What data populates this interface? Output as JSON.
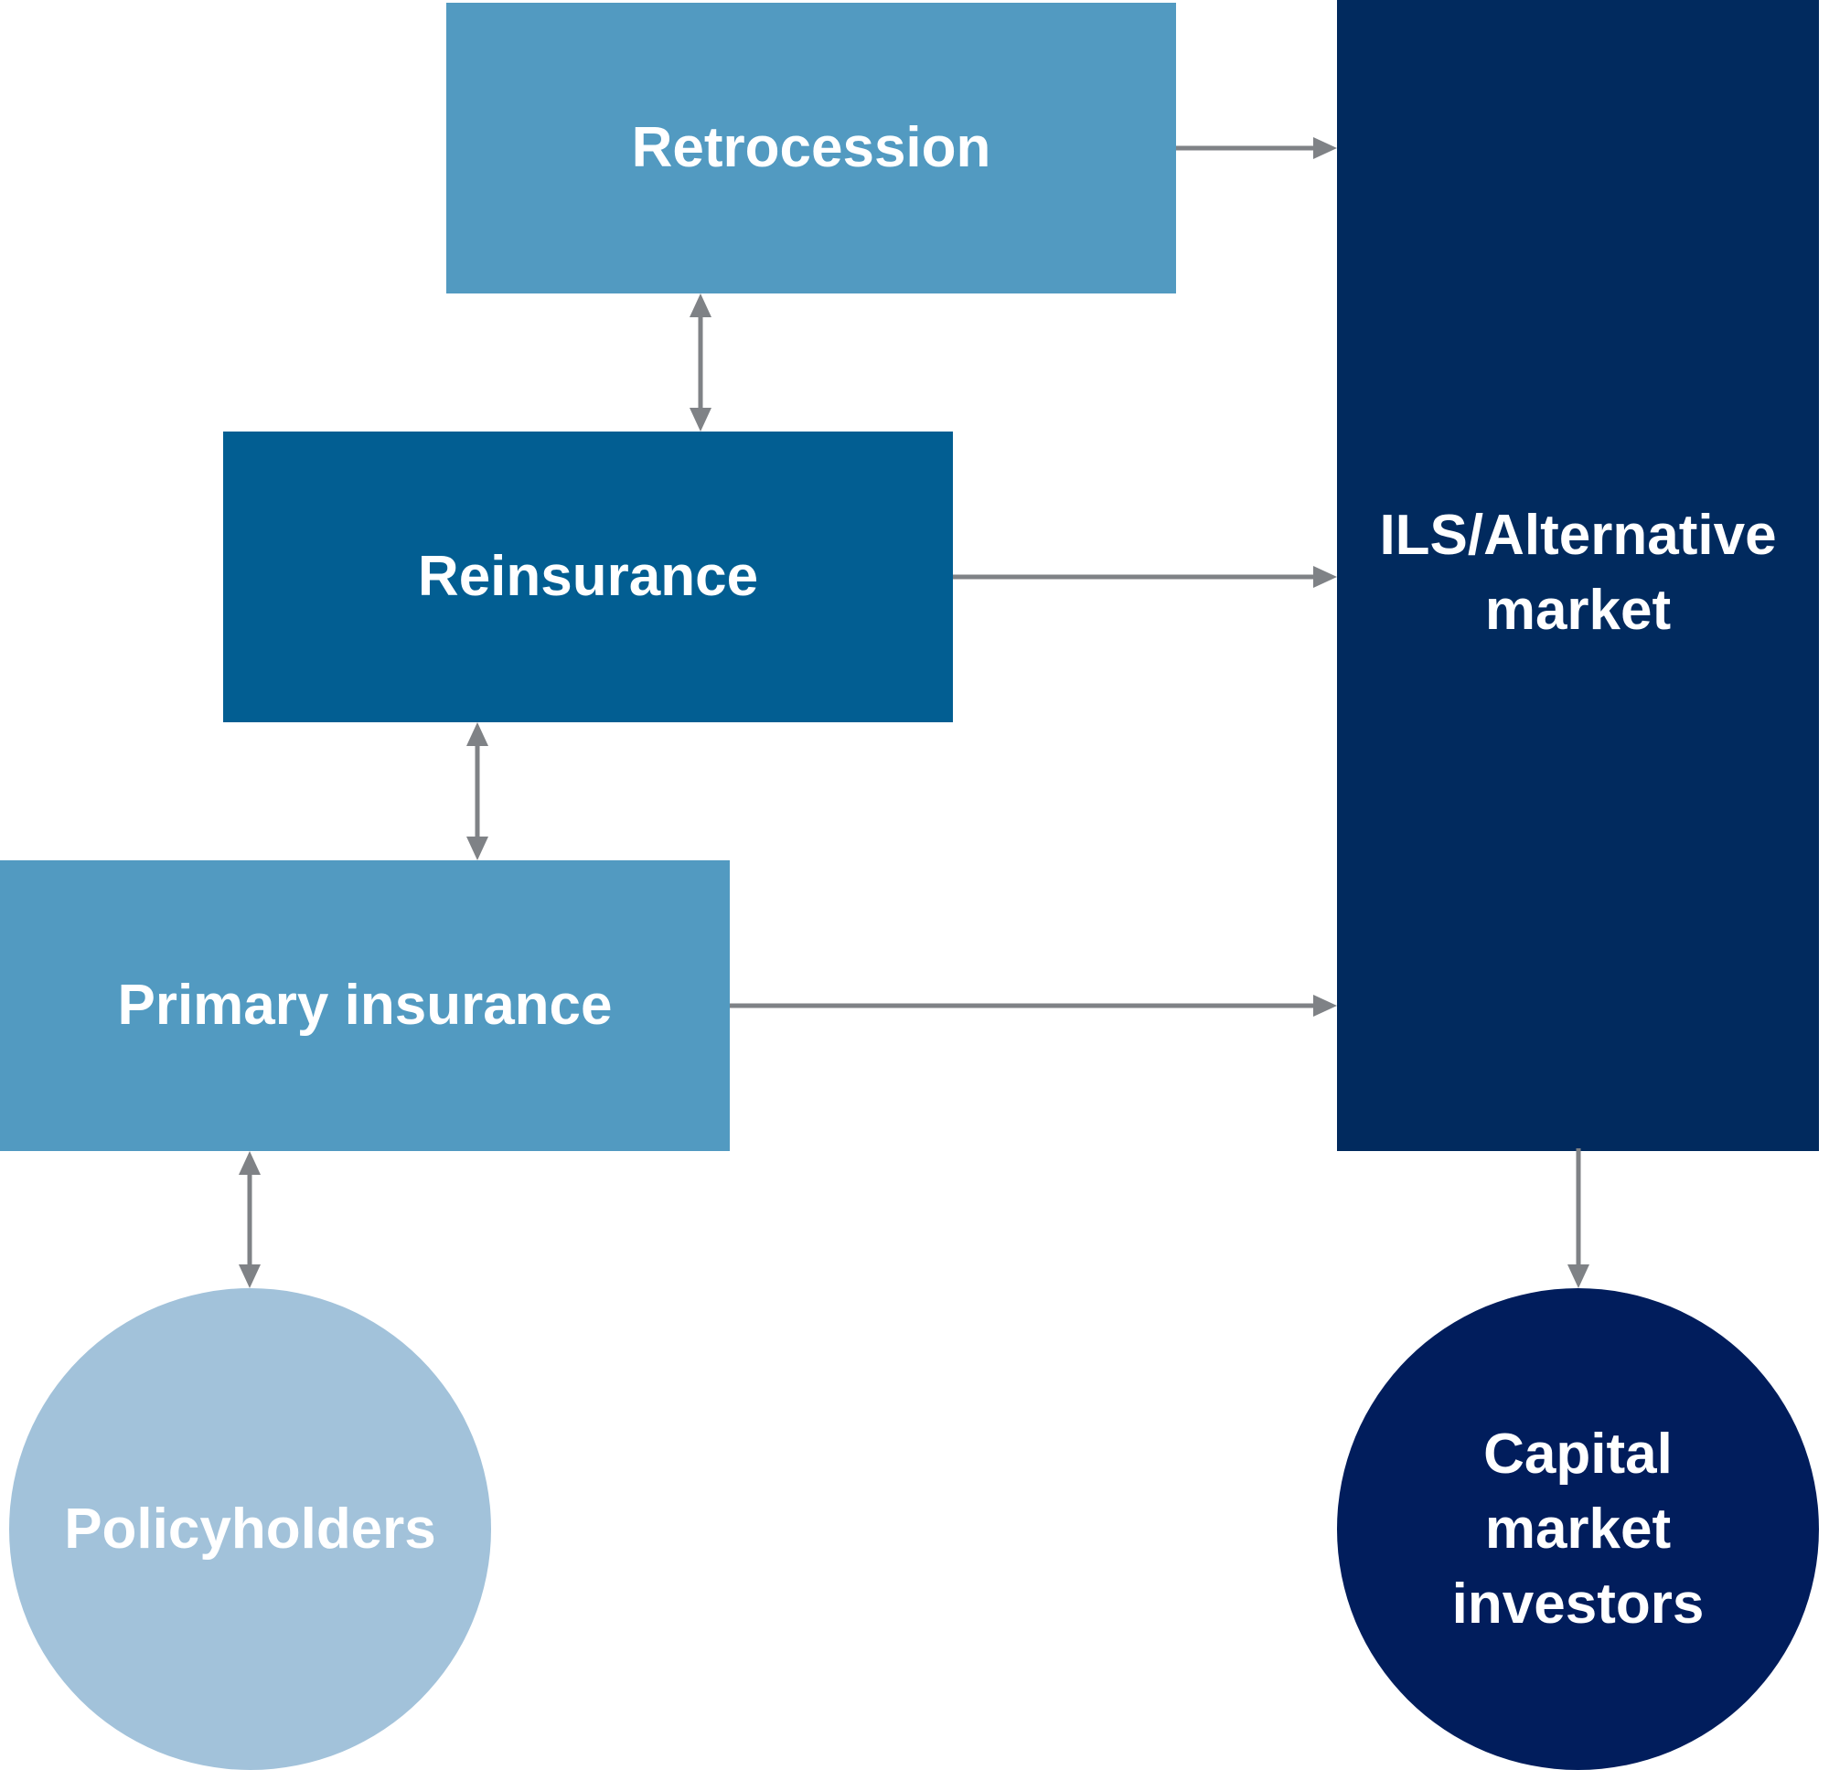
{
  "colors": {
    "light_blue": "#529ac1",
    "mid_blue": "#025e92",
    "dark_navy": "#012a5e",
    "deep_navy": "#011d5c",
    "pale_blue": "#a2c2da",
    "arrow_gray": "#7f8286"
  },
  "nodes": {
    "retrocession": {
      "label": "Retrocession"
    },
    "reinsurance": {
      "label": "Reinsurance"
    },
    "primary_insurance": {
      "label": "Primary insurance"
    },
    "ils_market": {
      "line1": "ILS/Alternative",
      "line2": "market"
    },
    "policyholders": {
      "label": "Policyholders"
    },
    "capital_market_investors": {
      "line1": "Capital",
      "line2": "market",
      "line3": "investors"
    }
  },
  "connections": [
    {
      "from": "retrocession",
      "to": "ils_market",
      "direction": "one-way"
    },
    {
      "from": "reinsurance",
      "to": "ils_market",
      "direction": "one-way"
    },
    {
      "from": "primary_insurance",
      "to": "ils_market",
      "direction": "one-way"
    },
    {
      "from": "retrocession",
      "to": "reinsurance",
      "direction": "two-way"
    },
    {
      "from": "reinsurance",
      "to": "primary_insurance",
      "direction": "two-way"
    },
    {
      "from": "primary_insurance",
      "to": "policyholders",
      "direction": "two-way"
    },
    {
      "from": "ils_market",
      "to": "capital_market_investors",
      "direction": "one-way"
    }
  ]
}
